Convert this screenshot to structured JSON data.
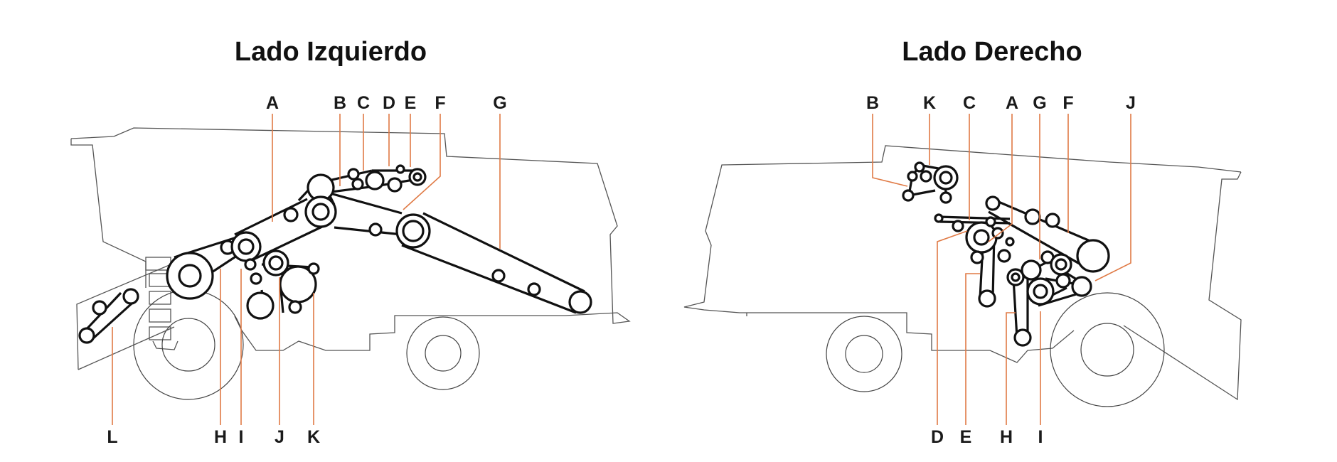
{
  "panels": [
    {
      "title": "Lado Izquierdo",
      "top_labels": [
        "A",
        "B",
        "C",
        "D",
        "E",
        "F",
        "G"
      ],
      "bottom_labels": [
        "L",
        "H",
        "I",
        "J",
        "K"
      ]
    },
    {
      "title": "Lado Derecho",
      "top_labels": [
        "B",
        "K",
        "C",
        "A",
        "G",
        "F",
        "J"
      ],
      "bottom_labels": [
        "D",
        "E",
        "H",
        "I"
      ]
    }
  ],
  "colors": {
    "belt": "#111111",
    "outline": "#555555",
    "leader": "#e07a45",
    "text": "#111111"
  }
}
